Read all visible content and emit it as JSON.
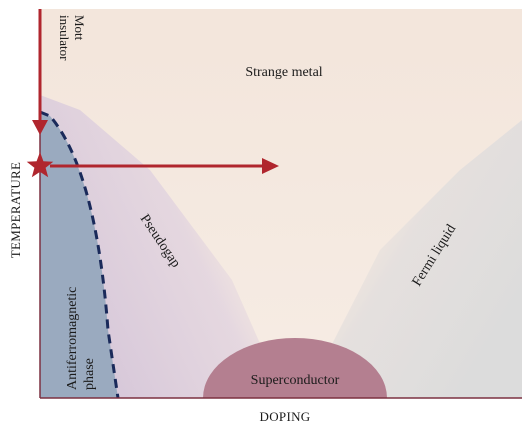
{
  "diagram": {
    "axes": {
      "x_label": "DOPING",
      "y_label": "TEMPERATURE"
    },
    "regions": {
      "mott_insulator": "Mott\ninsulator",
      "strange_metal": "Strange metal",
      "pseudogap": "Pseudogap",
      "fermi_liquid": "Fermi liquid",
      "antiferromagnetic": "Antiferromagnetic\nphase",
      "superconductor": "Superconductor"
    },
    "colors": {
      "strange_metal": "#f4e7dc",
      "pseudogap": "#ddd0de",
      "fermi_liquid": "#dedede",
      "antiferromagnetic": "#9aaabf",
      "superconductor": "#b47f90",
      "arrow": "#b0262e",
      "boundary": "#1a2a5a"
    }
  }
}
